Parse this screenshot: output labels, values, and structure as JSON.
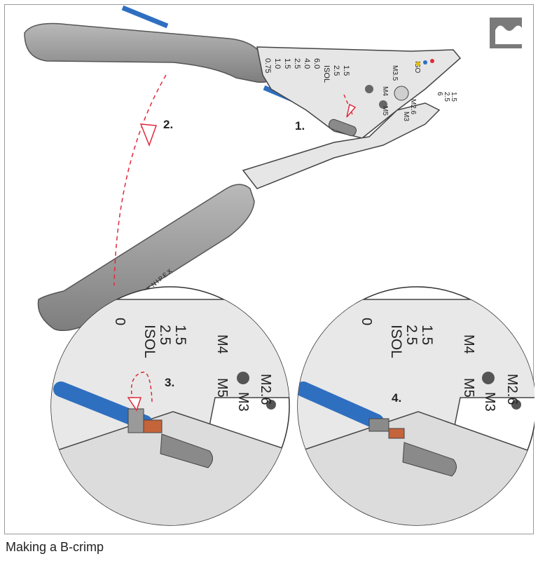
{
  "caption": "Making a B-crimp",
  "steps": {
    "s1": "1.",
    "s2": "2.",
    "s3": "3.",
    "s4": "4."
  },
  "tool": {
    "brand": "KNIPEX",
    "gauge_left": [
      "6.0",
      "4.0",
      "2.5",
      "1.5",
      "1.0",
      "0.75"
    ],
    "gauge_mid": [
      "1.5",
      "2.5",
      "ISOL"
    ],
    "head_left": [
      "M3.5",
      "M4",
      "M5"
    ],
    "head_right": [
      "ISO",
      "M2.6",
      "M3"
    ],
    "head_far": [
      "1.5",
      "2.5",
      "6"
    ]
  },
  "detail_left": {
    "row1": [
      "1.5",
      "2.5",
      "ISOL"
    ],
    "row_m": [
      "M4",
      "M5",
      "M3",
      "M2.6"
    ],
    "zero": "0"
  },
  "detail_right": {
    "row1": [
      "1.5",
      "2.5",
      "ISOL"
    ],
    "row_m": [
      "M4",
      "M5",
      "M3",
      "M2.6"
    ],
    "zero": "0"
  },
  "colors": {
    "wire": "#2f6fc0",
    "handle": "#9a9a9a",
    "metal": "#e6e6e6",
    "arrow": "#e0283c",
    "copper": "#c4643a"
  }
}
